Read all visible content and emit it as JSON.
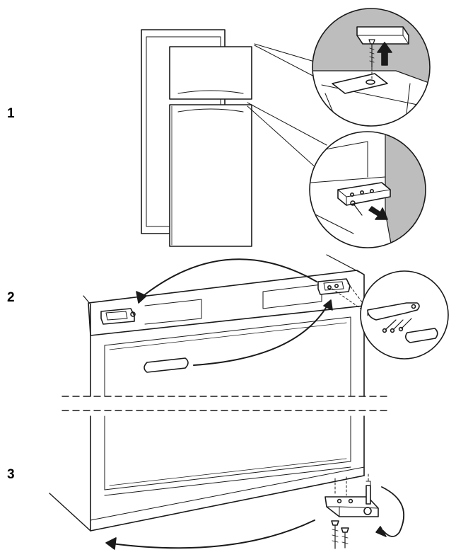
{
  "steps": [
    {
      "number": "1"
    },
    {
      "number": "2"
    },
    {
      "number": "3"
    }
  ],
  "colors": {
    "line": "#1a1a1a",
    "wall": "#bdbdbd",
    "wall_dark": "#8f8f8f",
    "background": "#ffffff"
  },
  "icons": {
    "arrow_up": "arrow-up-icon",
    "arrow_down_right": "arrow-down-right-icon",
    "curved_arrow": "curved-arrow-icon"
  }
}
